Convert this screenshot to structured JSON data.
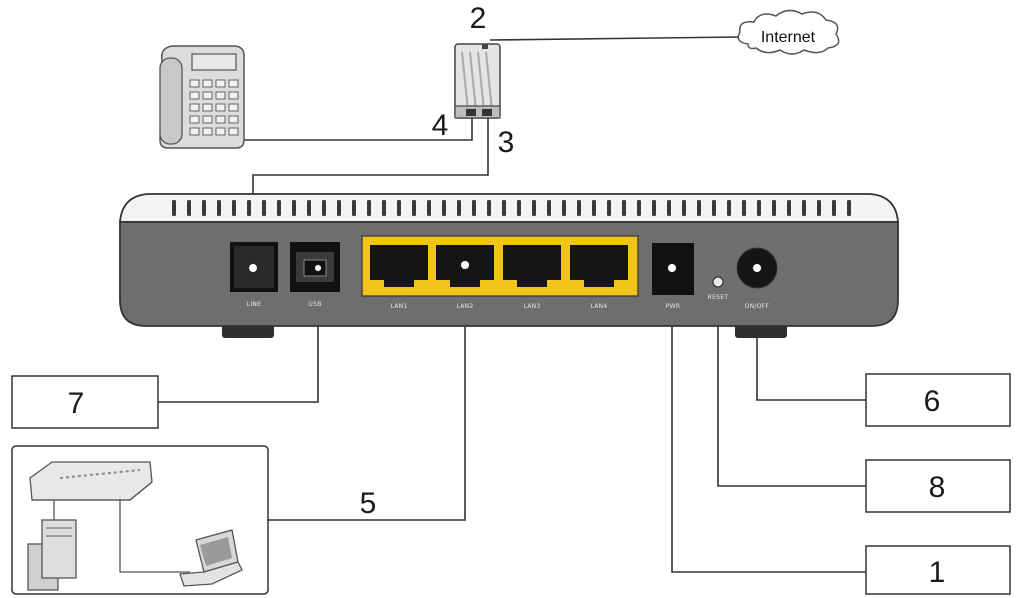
{
  "cloud": {
    "label": "Internet"
  },
  "splitter": {
    "callouts": [
      "2",
      "4",
      "3"
    ]
  },
  "router": {
    "ports": [
      {
        "label": "LINE"
      },
      {
        "label": "USB"
      },
      {
        "label": "LAN1"
      },
      {
        "label": "LAN2"
      },
      {
        "label": "LAN3"
      },
      {
        "label": "LAN4"
      },
      {
        "label": "PWR"
      },
      {
        "label": "RESET"
      },
      {
        "label": "ON/OFF"
      }
    ]
  },
  "callout_boxes": [
    {
      "id": "usb",
      "number": "7"
    },
    {
      "id": "onoff",
      "number": "6"
    },
    {
      "id": "reset",
      "number": "8"
    },
    {
      "id": "pwr",
      "number": "1"
    }
  ],
  "lan_callout": {
    "number": "5"
  },
  "colors": {
    "lan_block": "#f0c419",
    "router_body": "#6e6e6e",
    "router_top": "#f4f4f4"
  }
}
